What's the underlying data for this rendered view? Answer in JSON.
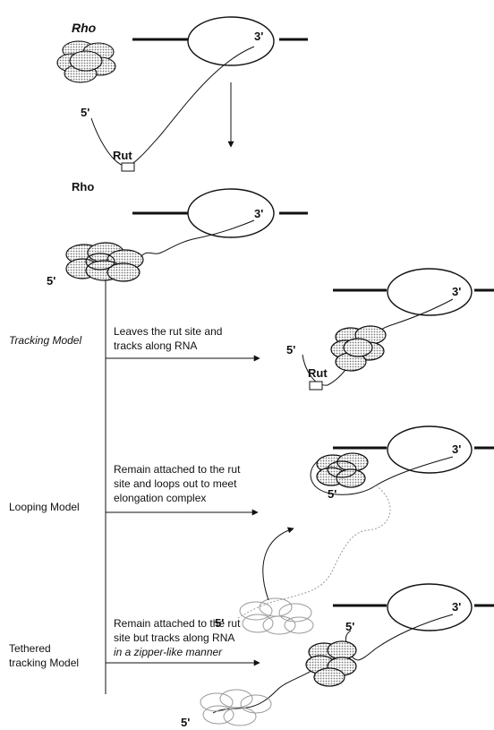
{
  "labels": {
    "rho_top": "Rho",
    "rho_mid": "Rho",
    "rut_top": "Rut",
    "rut_track": "Rut",
    "prime3": "3'",
    "prime5": "5'"
  },
  "models": {
    "tracking": {
      "name": "Tracking Model",
      "description": [
        "Leaves the rut site and",
        "tracks along RNA"
      ]
    },
    "looping": {
      "name": "Looping Model",
      "description": [
        "Remain attached to the rut",
        "site and loops out to meet",
        "elongation complex"
      ]
    },
    "tethered": {
      "name": [
        "Tethered",
        "tracking Model"
      ],
      "description": [
        "Remain attached to the rut",
        "site but tracks along RNA",
        "in a zipper-like manner"
      ]
    }
  },
  "colors": {
    "ink": "#111111",
    "rho_fill": "#c8c8c8",
    "faded": "#9a9a9a"
  }
}
